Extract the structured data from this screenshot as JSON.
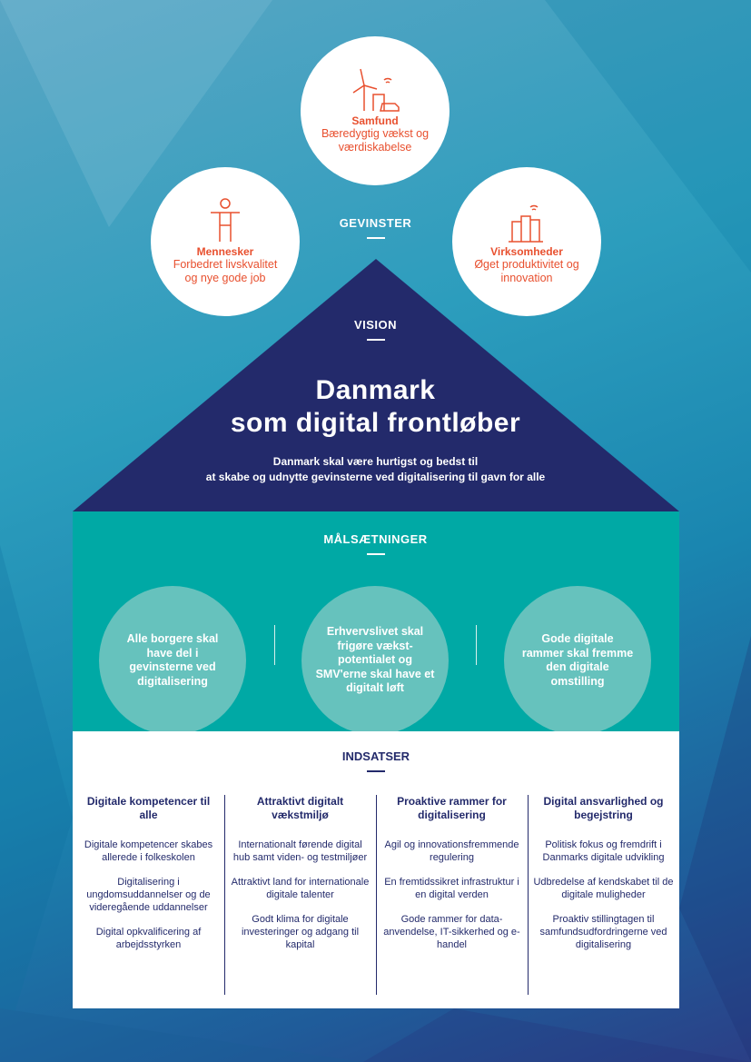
{
  "benefits": {
    "label": "GEVINSTER",
    "items": [
      {
        "title": "Samfund",
        "text": "Bæredygtig vækst og værdiskabelse",
        "icon": "wind-turbine-city-icon"
      },
      {
        "title": "Mennesker",
        "text": "Forbedret livskvalitet og nye gode job",
        "icon": "person-icon"
      },
      {
        "title": "Virksomheder",
        "text": "Øget produktivitet og innovation",
        "icon": "buildings-icon"
      }
    ]
  },
  "vision": {
    "label": "VISION",
    "title_line1": "Danmark",
    "title_line2": "som digital frontløber",
    "sub_line1": "Danmark skal være hurtigst og bedst til",
    "sub_line2": "at skabe og udnytte gevinsterne ved digitalisering til gavn for alle"
  },
  "goals": {
    "label": "MÅLSÆTNINGER",
    "items": [
      "Alle borgere skal have del i gevinsterne ved digitalisering",
      "Erhvervslivet skal frigøre vækst-potentialet og SMV'erne skal have et digitalt løft",
      "Gode digitale rammer skal fremme den digitale omstilling"
    ]
  },
  "initiatives": {
    "label": "INDSATSER",
    "columns": [
      {
        "title": "Digitale kompetencer til alle",
        "items": [
          "Digitale kompetencer skabes allerede i folkeskolen",
          "Digitalisering i ungdomsuddannelser og de videregående uddannelser",
          "Digital opkvalificering af arbejdsstyrken"
        ]
      },
      {
        "title": "Attraktivt digitalt vækstmiljø",
        "items": [
          "Internationalt førende digital hub samt viden- og testmiljøer",
          "Attraktivt land for internationale digitale talenter",
          "Godt klima for digitale investeringer og adgang til kapital"
        ]
      },
      {
        "title": "Proaktive rammer for digitalisering",
        "items": [
          "Agil og innovationsfremmende regulering",
          "En fremtidssikret infrastruktur i en digital verden",
          "Gode rammer for data-anvendelse, IT-sikkerhed og e-handel"
        ]
      },
      {
        "title": "Digital ansvarlighed og begejstring",
        "items": [
          "Politisk fokus og fremdrift i Danmarks digitale udvikling",
          "Udbredelse af kendskabet til de digitale muligheder",
          "Proaktiv stillingtagen til samfundsudfordringerne ved digitalisering"
        ]
      }
    ]
  },
  "colors": {
    "navy": "#232a6b",
    "teal": "#00a9a5",
    "orange": "#e8502f",
    "goal_circle": "#66c2bd"
  }
}
